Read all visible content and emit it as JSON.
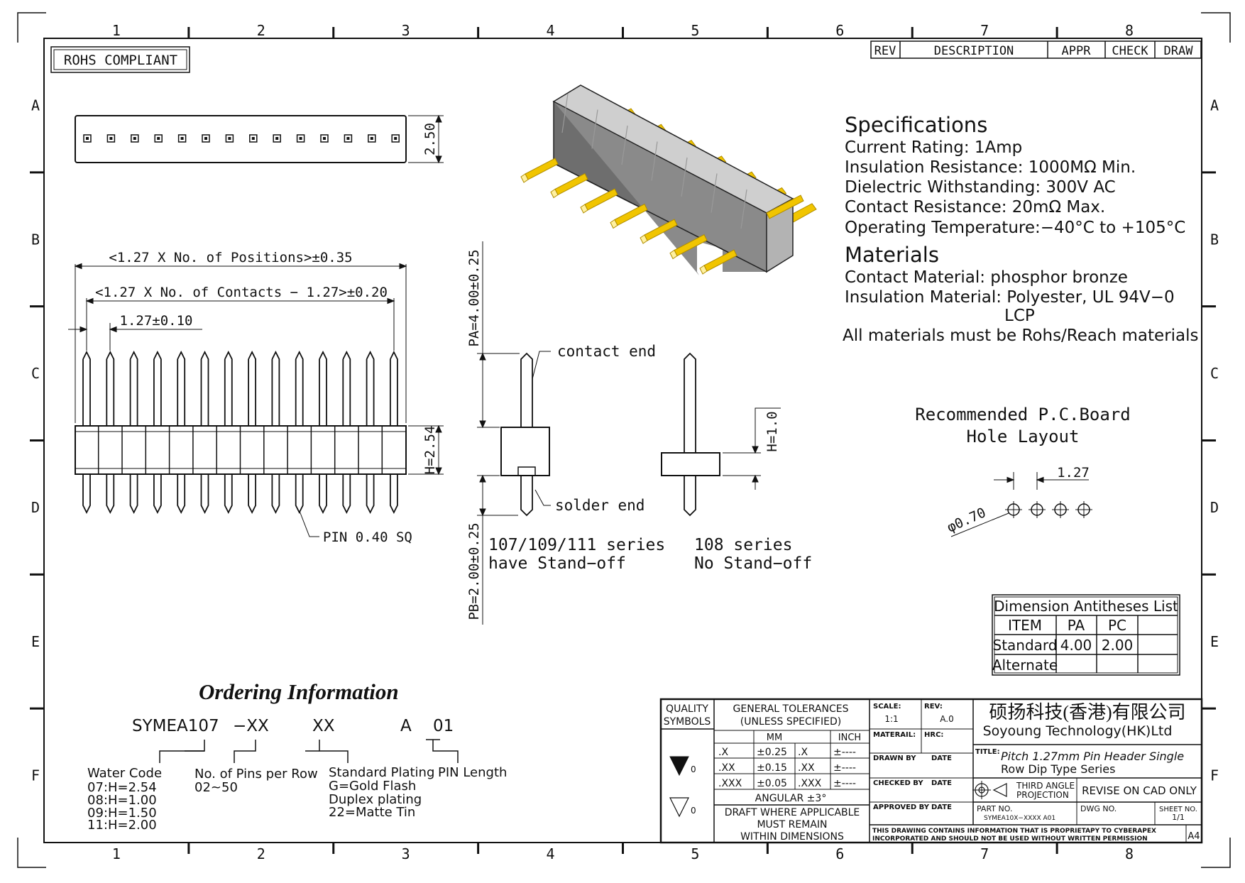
{
  "border": {
    "columns": [
      "1",
      "2",
      "3",
      "4",
      "5",
      "6",
      "7",
      "8"
    ],
    "rows": [
      "A",
      "B",
      "C",
      "D",
      "E",
      "F"
    ]
  },
  "rohs": "ROHS COMPLIANT",
  "revision_table": {
    "rev": "REV",
    "description": "DESCRIPTION",
    "appr": "APPR",
    "check": "CHECK",
    "draw": "DRAW"
  },
  "specifications": {
    "title": "Specifications",
    "lines": [
      "Current  Rating:   1Amp",
      "Insulation  Resistance:   1000MΩ  Min.",
      "Dielectric  Withstanding:   300V  AC",
      "Contact  Resistance:   20mΩ  Max.",
      "Operating  Temperature:−40°C  to  +105°C"
    ]
  },
  "materials": {
    "title": "Materials",
    "lines": [
      "Contact  Material:  phosphor  bronze",
      "Insulation  Material:  Polyester,  UL  94V−0",
      "LCP",
      "All  materials  must  be  Rohs/Reach  materials"
    ]
  },
  "top_view": {
    "height_dim": "2.50",
    "pin_count": 14
  },
  "front_view": {
    "dim_positions": "<1.27  X  No.  of  Positions>±0.35",
    "dim_contacts": "<1.27  X  No.  of  Contacts  −  1.27>±0.20",
    "dim_pitch": "1.27±0.10",
    "dim_h": "H=2.54",
    "pin_note": "PIN  0.40  SQ"
  },
  "side_views": {
    "pa": "PA=4.00±0.25",
    "pb": "PB=2.00±0.25",
    "contact_end": "contact  end",
    "solder_end": "solder  end",
    "series_107_line1": "107/109/111  series",
    "series_107_line2": "have  Stand−off",
    "series_108_line1": "108  series",
    "series_108_line2": "No  Stand−off",
    "h_108": "H=1.0"
  },
  "pcb": {
    "title_line1": "Recommended  P.C.Board",
    "title_line2": "Hole  Layout",
    "pitch": "1.27",
    "hole": "φ0.70"
  },
  "antithesis": {
    "title": "Dimension  Antitheses  List",
    "headers": [
      "ITEM",
      "PA",
      "PC"
    ],
    "rows": [
      [
        "Standard",
        "4.00",
        "2.00"
      ],
      [
        "Alternate",
        "",
        ""
      ]
    ]
  },
  "ordering": {
    "title": "Ordering Information",
    "code_parts": [
      "SYMEA107",
      "−XX",
      "XX",
      "A",
      "01"
    ],
    "water_code": {
      "title": "Water Code",
      "lines": [
        "07:H=2.54",
        "08:H=1.00",
        "09:H=1.50",
        "11:H=2.00"
      ]
    },
    "pins": {
      "title": "No.  of  Pins  per  Row",
      "lines": [
        "02~50"
      ]
    },
    "plating": {
      "title": "Standard  Plating",
      "lines": [
        "G=Gold Flash",
        "Duplex plating",
        "22=Matte  Tin"
      ]
    },
    "length": {
      "title": "PIN  Length"
    }
  },
  "title_block": {
    "quality": [
      "QUALITY",
      "SYMBOLS"
    ],
    "qs1": "0",
    "qs2": "0",
    "tolerance_title": [
      "GENERAL  TOLERANCES",
      "(UNLESS  SPECIFIED)"
    ],
    "mm": "MM",
    "inch": "INCH",
    "tol_rows": [
      [
        ".X",
        "±0.25",
        ".X",
        "±----"
      ],
      [
        ".XX",
        "±0.15",
        ".XX",
        "±----"
      ],
      [
        ".XXX",
        "±0.05",
        ".XXX",
        "±----"
      ]
    ],
    "angular": "ANGULAR  ±3°",
    "draft": [
      "DRAFT  WHERE  APPLICABLE",
      "MUST  REMAIN",
      "WITHIN  DIMENSIONS"
    ],
    "scale_label": "SCALE:",
    "scale": "1:1",
    "rev_label": "REV:",
    "rev": "A.0",
    "material_label": "MATERAIL:",
    "hrc_label": "HRC:",
    "drawn_by": "DRAWN BY",
    "checked_by": "CHECKED BY",
    "approved_by": "APPROVED BY",
    "date": "DATE",
    "company_cn": "硕扬科技(香港)有限公司",
    "company_en": "Soyoung  Technology(HK)Ltd",
    "title_label": "TITLE:",
    "title_line1": "Pitch  1.27mm  Pin  Header  Single",
    "title_line2": "Row  Dip  Type  Series",
    "projection": [
      "THIRD  ANGLE",
      "PROJECTION"
    ],
    "revise": "REVISE  ON  CAD  ONLY",
    "part_no_label": "PART  NO.",
    "part_no": "SYMEA10X−XXXX  A01",
    "dwg_no": "DWG  NO.",
    "sheet_label": "SHEET  NO.",
    "sheet": "1/1",
    "notice_line1": "THIS  DRAWING  CONTAINS  INFORMATION  THAT  IS  PROPRIETAPY  TO  CYBERAPEX",
    "notice_line2": "INCORPORATED  AND  SHOULD  NOT  BE  USED  WITHOUT  WRITTEN  PERMISSION",
    "size": "A4"
  }
}
